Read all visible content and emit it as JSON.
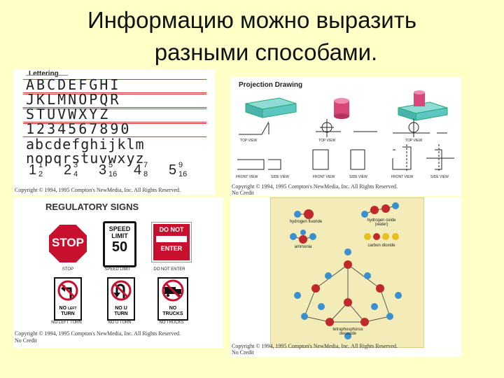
{
  "title": {
    "line1": "Информацию можно выразить",
    "line2": "разными способами."
  },
  "lettering": {
    "heading": "Lettering",
    "rows": [
      "ABCDEFGHI",
      "JKLMNOPQR",
      "STUVWXYZ",
      "1234567890",
      "abcdefghijklm",
      "nopqrstuvwxyz"
    ],
    "fractions": [
      {
        "whole": "1",
        "num": "1",
        "den": "2"
      },
      {
        "whole": "2",
        "num": "3",
        "den": "4"
      },
      {
        "whole": "3",
        "num": "5",
        "den": "16"
      },
      {
        "whole": "4",
        "num": "7",
        "den": "8"
      },
      {
        "whole": "5",
        "num": "9",
        "den": "16"
      }
    ],
    "copyright": "Copyright © 1994, 1995 Compton's NewMedia, Inc. All Rights Reserved."
  },
  "regulatory": {
    "heading": "REGULATORY SIGNS",
    "signs": {
      "stop": "STOP",
      "speed_line1": "SPEED",
      "speed_line2": "LIMIT",
      "speed_value": "50",
      "dne_line1": "DO NOT",
      "dne_line2": "ENTER",
      "nlt_text1": "NO",
      "nlt_text2": "LEFT",
      "nlt_text3": "TURN",
      "nu_text1": "NO U",
      "nu_text2": "TURN",
      "nt_text1": "NO",
      "nt_text2": "TRUCKS"
    },
    "captions": [
      "STOP",
      "SPEED LIMIT",
      "DO NOT ENTER",
      "NO LEFT TURN",
      "NO U TURN",
      "NO TRUCKS"
    ],
    "copyright1": "Copyright © 1994, 1995 Compton's NewMedia, Inc. All Rights Reserved.",
    "copyright2": "No Credit"
  },
  "projection": {
    "heading": "Projection Drawing",
    "top_view": "TOP VIEW",
    "front_view": "FRONT VIEW",
    "side_view": "SIDE VIEW",
    "copyright1": "Copyright © 1994, 1995 Compton's NewMedia, Inc. All Rights Reserved.",
    "copyright2": "No Credit"
  },
  "molecules": {
    "labels": {
      "hf": "hydrogen fluoride",
      "h2o2": "hydrogen oxide (water)",
      "nh3": "ammonia",
      "co2": "carbon dioxide",
      "p4": "tetraphosphorus decoxide"
    },
    "copyright1": "Copyright © 1994, 1995 Compton's NewMedia, Inc. All Rights Reserved.",
    "copyright2": "No Credit"
  },
  "colors": {
    "background": "#ffffc8",
    "stop_red": "#c8102e",
    "teal": "#5cc6c0",
    "pink": "#d9477a",
    "atom_blue": "#3a8fcf",
    "atom_red": "#c0282a"
  }
}
